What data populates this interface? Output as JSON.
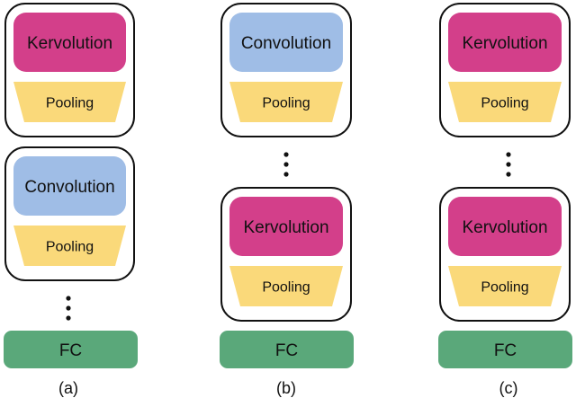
{
  "colors": {
    "kervolution": "#d33f8a",
    "convolution": "#9fbde6",
    "pooling": "#fad97a",
    "fc": "#5aa87a",
    "outline": "#111111"
  },
  "columns": [
    {
      "caption": "(a)",
      "groups": [
        {
          "layer": "Kervolution",
          "type": "kervolution",
          "pool": "Pooling"
        },
        {
          "layer": "Convolution",
          "type": "convolution",
          "pool": "Pooling"
        }
      ],
      "ellipsis": "⋮",
      "fc": "FC"
    },
    {
      "caption": "(b)",
      "groups": [
        {
          "layer": "Convolution",
          "type": "convolution",
          "pool": "Pooling"
        },
        {
          "layer": "Kervolution",
          "type": "kervolution",
          "pool": "Pooling"
        }
      ],
      "ellipsis": "⋮",
      "fc": "FC"
    },
    {
      "caption": "(c)",
      "groups": [
        {
          "layer": "Kervolution",
          "type": "kervolution",
          "pool": "Pooling"
        },
        {
          "layer": "Kervolution",
          "type": "kervolution",
          "pool": "Pooling"
        }
      ],
      "ellipsis": "⋮",
      "fc": "FC"
    }
  ]
}
